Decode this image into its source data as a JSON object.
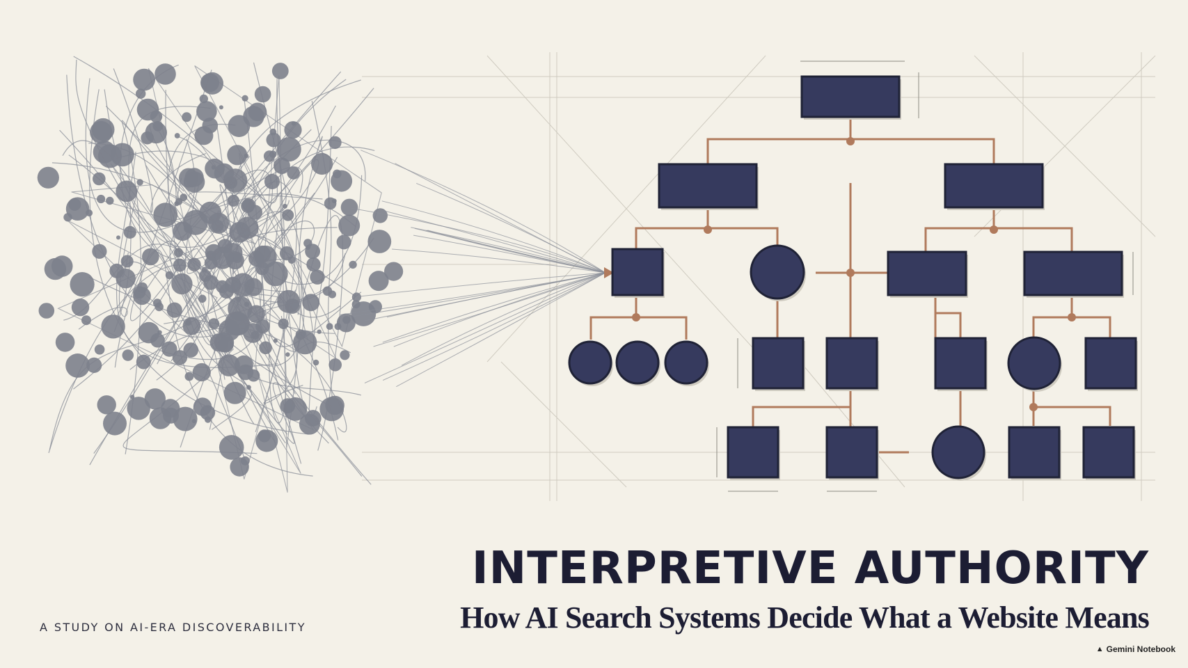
{
  "title": "INTERPRETIVE AUTHORITY",
  "subtitle": "How AI Search Systems Decide What a Website Means",
  "tagline": "A STUDY ON AI-ERA DISCOVERABILITY",
  "watermark": {
    "label": "Gemini Notebook",
    "icon": "gemini-spark-icon"
  },
  "colors": {
    "background": "#f4f1e8",
    "node_fill": "#363a5e",
    "node_stroke": "#1f2236",
    "connector": "#b07a5c",
    "dot": "#7d818c",
    "scribble": "#8a8e98",
    "guide_line": "#cfcbc0",
    "text": "#1c1d33"
  }
}
